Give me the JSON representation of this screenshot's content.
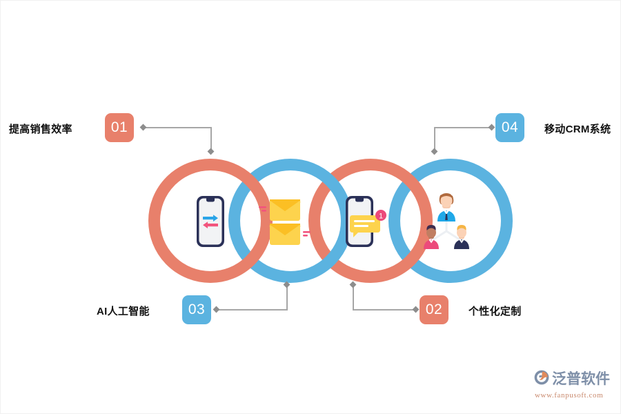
{
  "page": {
    "background_color": "#ffffff",
    "border_color": "#f0f0f0"
  },
  "theme": {
    "salmon": "#e8806b",
    "blue": "#5bb3e0",
    "connector": "#a6a6a6",
    "label_color": "#111111",
    "badge_text_color": "#ffffff"
  },
  "nodes": [
    {
      "number": "01",
      "label": "提高销售效率",
      "badge_color": "#e8806b",
      "position": "top-left",
      "ring_index": 1
    },
    {
      "number": "02",
      "label": "个性化定制",
      "badge_color": "#e8806b",
      "position": "bottom-right",
      "ring_index": 3
    },
    {
      "number": "03",
      "label": "AI人工智能",
      "badge_color": "#5bb3e0",
      "position": "bottom-left",
      "ring_index": 2
    },
    {
      "number": "04",
      "label": "移动CRM系统",
      "badge_color": "#5bb3e0",
      "position": "top-right",
      "ring_index": 4
    }
  ],
  "rings": [
    {
      "index": 1,
      "color": "#e8806b",
      "icon": "phone-transfer-arrows-icon"
    },
    {
      "index": 2,
      "color": "#5bb3e0",
      "icon": "envelopes-icon"
    },
    {
      "index": 3,
      "color": "#e8806b",
      "icon": "phone-chat-notification-icon"
    },
    {
      "index": 4,
      "color": "#5bb3e0",
      "icon": "team-org-chart-icon"
    }
  ],
  "logo": {
    "name": "泛普软件",
    "url": "www.fanpusoft.com",
    "mark": "fanpu-swoosh-icon",
    "text_color": "#7e8fa8",
    "url_color": "#c98a6e"
  }
}
